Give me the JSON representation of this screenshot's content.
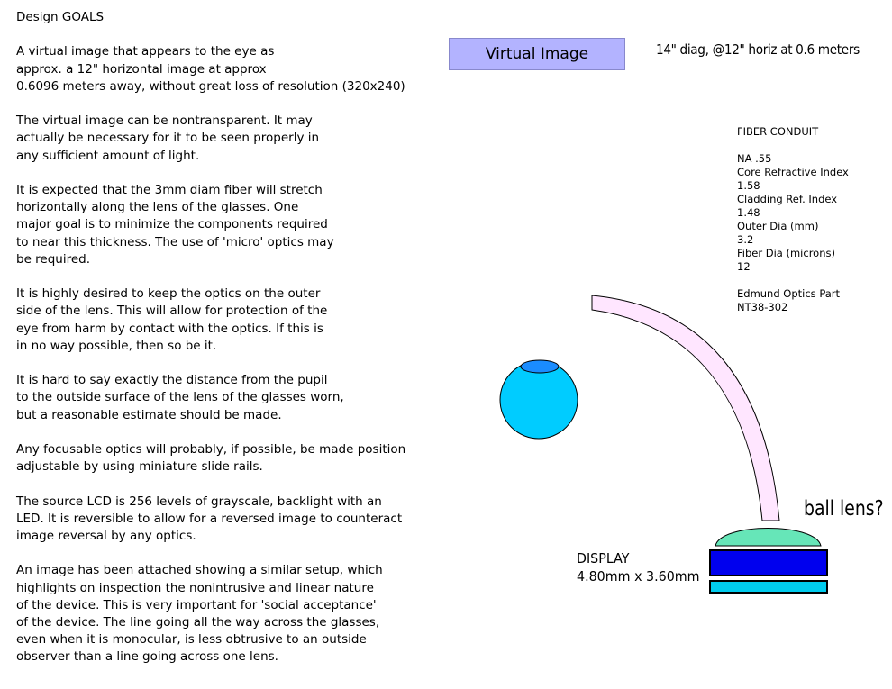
{
  "left_panel": {
    "title": "Design GOALS",
    "paragraphs": [
      "A virtual image that appears to the eye as\napprox. a 12\" horizontal image at approx\n0.6096 meters away, without great loss of resolution (320x240)",
      "The virtual image can be nontransparent. It may\nactually be necessary for it to be seen properly in\nany sufficient amount of light.",
      "It is expected that the 3mm diam fiber will stretch\nhorizontally along the lens of the glasses. One\nmajor goal is to minimize the components required\nto near this thickness. The use of 'micro' optics may\nbe required.",
      "It is highly desired to keep the optics on the outer\nside of the lens. This will allow for protection of the\neye from harm by contact with the optics. If this is\nin no way possible, then so be it.",
      "It is hard to say exactly the distance from the pupil\nto the outside surface of the lens of the glasses worn,\nbut a reasonable estimate should be made.",
      "Any focusable optics will probably, if possible, be made position\nadjustable by using miniature slide rails.",
      "The source LCD is 256 levels of grayscale, backlight with an\nLED. It is reversible to allow for a reversed image to counteract\nimage reversal by any optics.",
      "An image has been attached showing a similar setup, which\nhighlights on inspection the nonintrusive and linear nature\nof the device. This is very important for 'social acceptance'\nof the device. The line going all the way across the glasses,\neven when it is monocular, is less obtrusive to an outside\nobserver than a line going across one lens."
    ]
  },
  "virtual_image": {
    "label": "Virtual Image",
    "spec": "14\" diag, @12\" horiz at 0.6 meters",
    "box_color": "#b3b3ff"
  },
  "fiber_conduit": {
    "title": "FIBER CONDUIT",
    "na": "NA .55",
    "core_label": "Core Refractive Index",
    "core_value": "1.58",
    "cladding_label": "Cladding Ref. Index",
    "cladding_value": "1.48",
    "outer_dia_label": "Outer Dia (mm)",
    "outer_dia_value": "3.2",
    "fiber_dia_label": "Fiber Dia (microns)",
    "fiber_dia_value": "12",
    "part_label": "Edmund Optics Part",
    "part_value": "NT38-302"
  },
  "ball_lens": {
    "label": "ball lens?",
    "color": "#66e6b8"
  },
  "display": {
    "label": "DISPLAY",
    "size": "4.80mm x 3.60mm",
    "panel_color": "#0000ee",
    "backlight_color": "#00ccee"
  },
  "eye": {
    "color": "#00ccff",
    "pupil_color": "#1a8cff"
  },
  "fiber_color": "#ffe6ff"
}
